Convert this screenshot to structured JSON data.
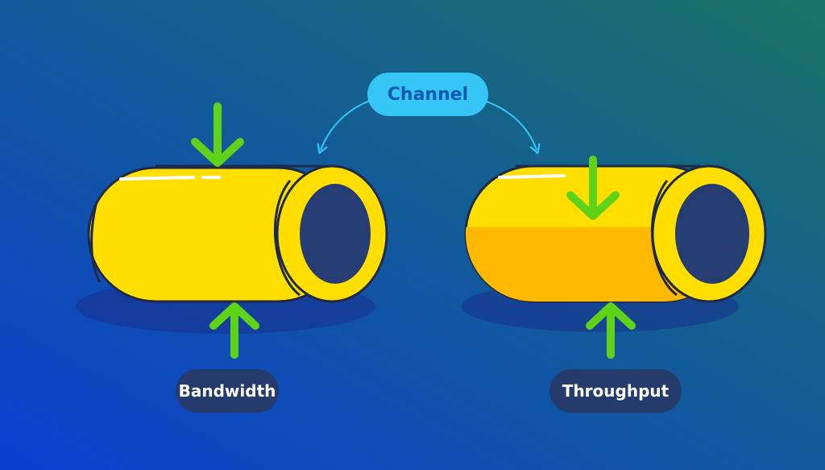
{
  "labels": {
    "channel": "Channel",
    "bandwidth": "Bandwidth",
    "throughput": "Throughput"
  },
  "colors": {
    "background_start": "#0a3fd1",
    "background_end": "#1a7466",
    "pipe_yellow": "#ffde00",
    "pipe_orange": "#ffba00",
    "pipe_outline": "#1f2a4a",
    "pipe_hole": "#263d73",
    "arrow_green": "#5fd21a",
    "channel_pill": "#35c6f6",
    "channel_text": "#0c5bb0",
    "dark_pill": "#243b6b",
    "dark_pill_text": "#ffffff",
    "connector_blue": "#35c6f6"
  },
  "icons": {
    "pipe_left": "pipe-icon",
    "pipe_right": "pipe-icon",
    "arrows": "arrow-icon"
  },
  "throughput_fill_fraction": 0.55
}
